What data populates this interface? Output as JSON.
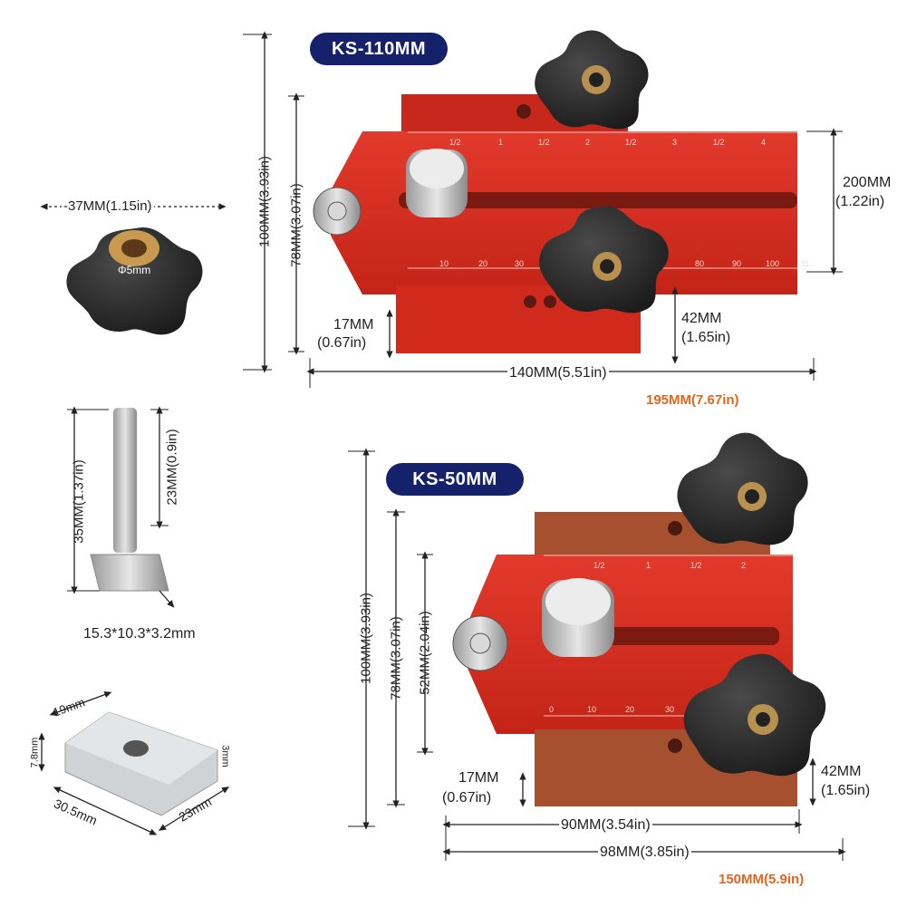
{
  "colors": {
    "red": "#d62a1e",
    "dark_red": "#a81a12",
    "brown": "#a0462c",
    "knob": "#2a2a2a",
    "metal": "#c7c7c7",
    "pill": "#15216b",
    "accent": "#e2661f"
  },
  "top_model": {
    "title": "KS-110MM",
    "height_total": "100MM(3.93in)",
    "height_body": "78MM(3.07in)",
    "width_right": "200MM",
    "width_right_in": "(1.22in)",
    "knob_height": "42MM",
    "knob_height_in": "(1.65in)",
    "base_height": "17MM",
    "base_height_in": "(0.67in)",
    "length": "140MM(5.51in)",
    "total_length": "195MM(7.67in)",
    "ruler_top": [
      "1/2",
      "1",
      "1/2",
      "2",
      "1/2",
      "3",
      "1/2",
      "4"
    ],
    "ruler_bottom": [
      "10",
      "20",
      "30",
      "80",
      "90",
      "100",
      "11"
    ]
  },
  "bottom_model": {
    "title": "KS-50MM",
    "height_total": "100MM(3.93in)",
    "height_body": "78MM(3.07in)",
    "height_inner": "52MM(2.04in)",
    "knob_height": "42MM",
    "knob_height_in": "(1.65in)",
    "base_height": "17MM",
    "base_height_in": "(0.67in)",
    "length_inner": "90MM(3.54in)",
    "length": "98MM(3.85in)",
    "total_length": "150MM(5.9in)",
    "ruler_top": [
      "1/2",
      "1",
      "1/2",
      "2"
    ],
    "ruler_bottom": [
      "0",
      "10",
      "20",
      "30"
    ]
  },
  "knob_part": {
    "width": "-37MM(1.15in)",
    "thread": "Φ5mm"
  },
  "bolt_part": {
    "length": "35MM(1.37in)",
    "thread_length": "23MM(0.9in)",
    "head_size": "15.3*10.3*3.2mm"
  },
  "slider_part": {
    "width": "19mm",
    "height": "7.8mm",
    "length": "30.5mm",
    "depth": "23mm",
    "thickness": "3mm"
  }
}
